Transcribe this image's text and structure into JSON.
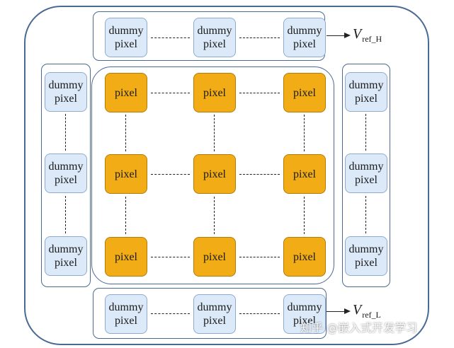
{
  "diagram": {
    "dummy_label": "dummy\npixel",
    "pixel_label": "pixel",
    "vref_high": {
      "symbol": "V",
      "subscript": "ref_H"
    },
    "vref_low": {
      "symbol": "V",
      "subscript": "ref_L"
    },
    "watermark": "知乎 @嵌入式开发学习"
  }
}
